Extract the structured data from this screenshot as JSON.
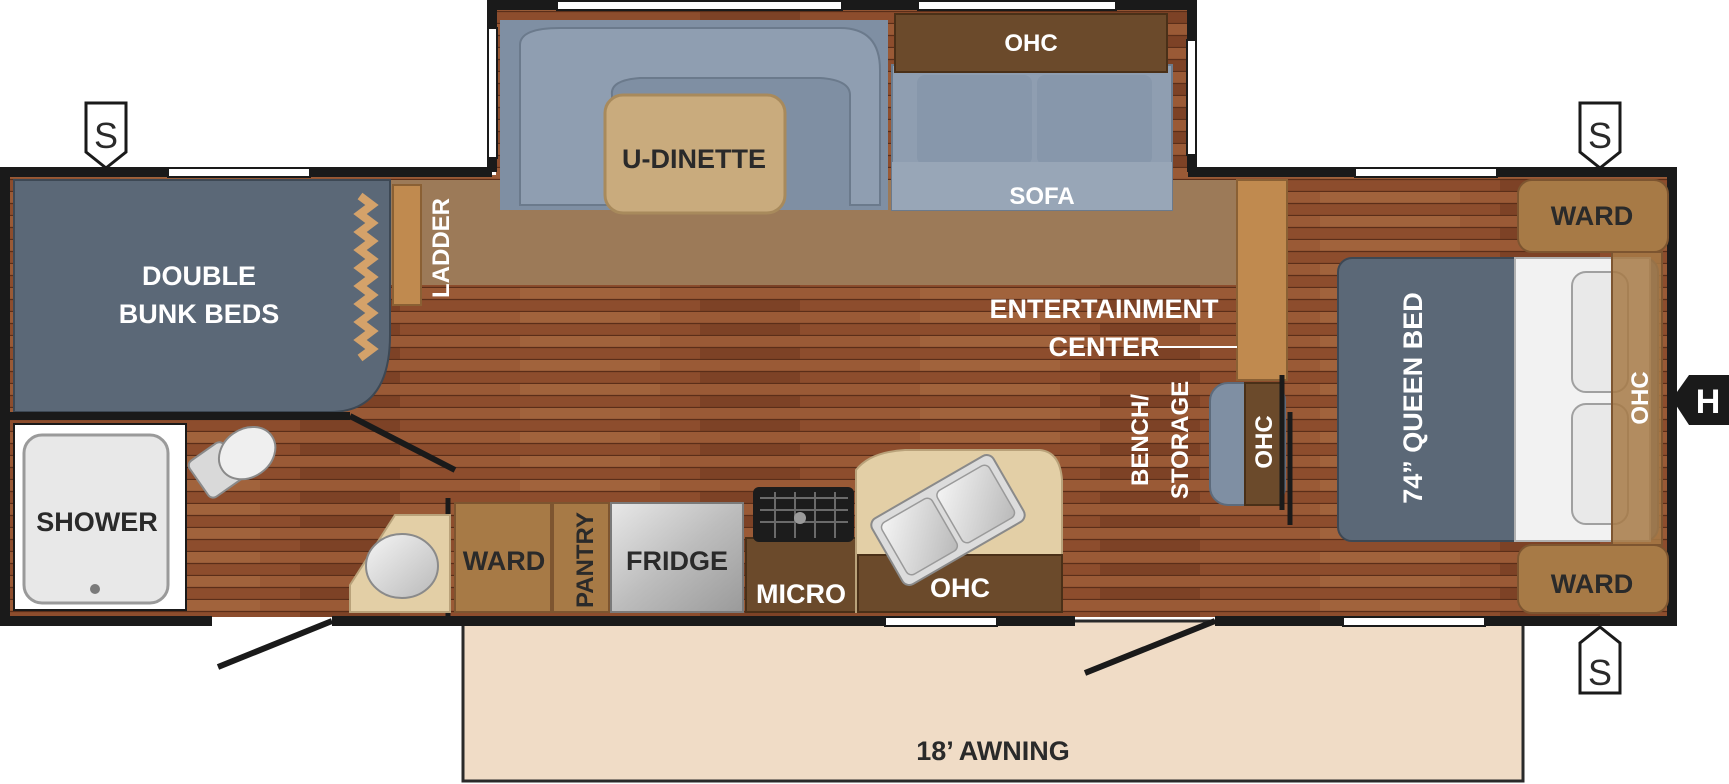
{
  "colors": {
    "wall": "#1a1a1a",
    "floor_wood": "#8a4b2c",
    "carpet": "#9c7a58",
    "upholstery": "#7f8fa3",
    "bed_blue": "#5b6877",
    "cabinet": "#a77a46",
    "ohc_dark": "#6b4a2b",
    "awning": "#f0dcc6",
    "counter": "#e3cfa6"
  },
  "labels": {
    "ohc_top": "OHC",
    "u_dinette": "U-DINETTE",
    "sofa": "SOFA",
    "ladder": "LADDER",
    "double_bunk_line1": "DOUBLE",
    "double_bunk_line2": "BUNK BEDS",
    "entertainment_line1": "ENTERTAINMENT",
    "entertainment_line2": "CENTER",
    "bench_line1": "BENCH/",
    "bench_line2": "STORAGE",
    "ohc_bench": "OHC",
    "queen_bed": "74” QUEEN BED",
    "ohc_bed": "OHC",
    "ward_top": "WARD",
    "ward_bottom": "WARD",
    "shower": "SHOWER",
    "ward_galley": "WARD",
    "pantry": "PANTRY",
    "fridge": "FRIDGE",
    "micro": "MICRO",
    "ohc_galley": "OHC",
    "awning": "18’ AWNING"
  },
  "markers": {
    "stabilizer": "S",
    "hitch": "H"
  }
}
